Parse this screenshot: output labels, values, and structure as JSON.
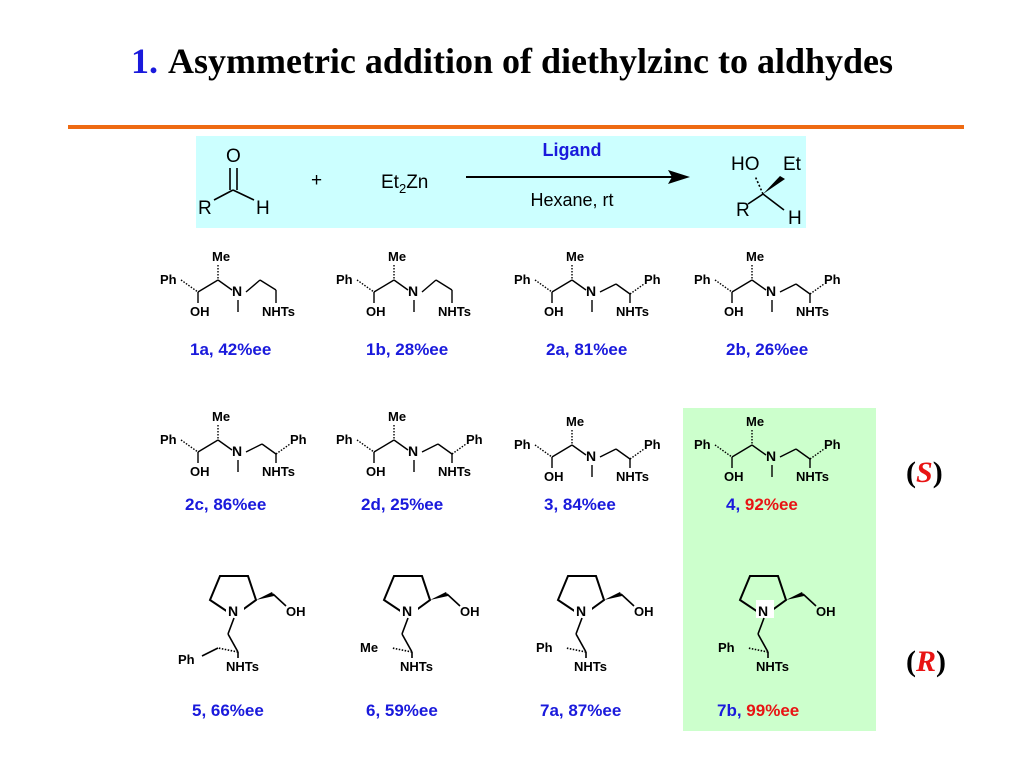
{
  "title": {
    "number": "1.",
    "text": "Asymmetric addition of diethylzinc to aldhydes"
  },
  "reaction": {
    "aldehyde": {
      "O": "O",
      "R": "R",
      "H": "H"
    },
    "plus": "+",
    "reagent": {
      "base": "Et",
      "sub": "2",
      "tail": "Zn"
    },
    "arrow_top": "Ligand",
    "arrow_bottom": "Hexane, rt",
    "product": {
      "HO": "HO",
      "Et": "Et",
      "R": "R",
      "H": "H"
    }
  },
  "ligands": [
    {
      "id": "1a",
      "ee": "42%ee",
      "label": "1a, 42%ee"
    },
    {
      "id": "1b",
      "ee": "28%ee",
      "label": "1b, 28%ee"
    },
    {
      "id": "2a",
      "ee": "81%ee",
      "label": "2a, 81%ee"
    },
    {
      "id": "2b",
      "ee": "26%ee",
      "label": "2b, 26%ee"
    },
    {
      "id": "2c",
      "ee": "86%ee",
      "label": "2c, 86%ee"
    },
    {
      "id": "2d",
      "ee": "25%ee",
      "label": "2d, 25%ee"
    },
    {
      "id": "3",
      "ee": "84%ee",
      "label": "3, 84%ee"
    },
    {
      "id": "4,",
      "ee": "92%ee",
      "highlight": true
    },
    {
      "id": "5",
      "ee": "66%ee",
      "label": "5, 66%ee"
    },
    {
      "id": "6",
      "ee": "59%ee",
      "label": "6, 59%ee"
    },
    {
      "id": "7a",
      "ee": "87%ee",
      "label": "7a, 87%ee"
    },
    {
      "id": "7b,",
      "ee": "99%ee",
      "highlight": true
    }
  ],
  "atoms": {
    "Me": "Me",
    "Ph": "Ph",
    "OH": "OH",
    "N": "N",
    "NHTs": "NHTs"
  },
  "configurations": {
    "S": {
      "open": "(",
      "letter": "S",
      "close": ")"
    },
    "R": {
      "open": "(",
      "letter": "R",
      "close": ")"
    }
  },
  "colors": {
    "title_number": "#1a1adc",
    "rule": "#ee6a12",
    "reaction_box": "#ccffff",
    "highlight_box": "#ccffcc",
    "label": "#1a1adc",
    "best_ee": "#e81414"
  }
}
